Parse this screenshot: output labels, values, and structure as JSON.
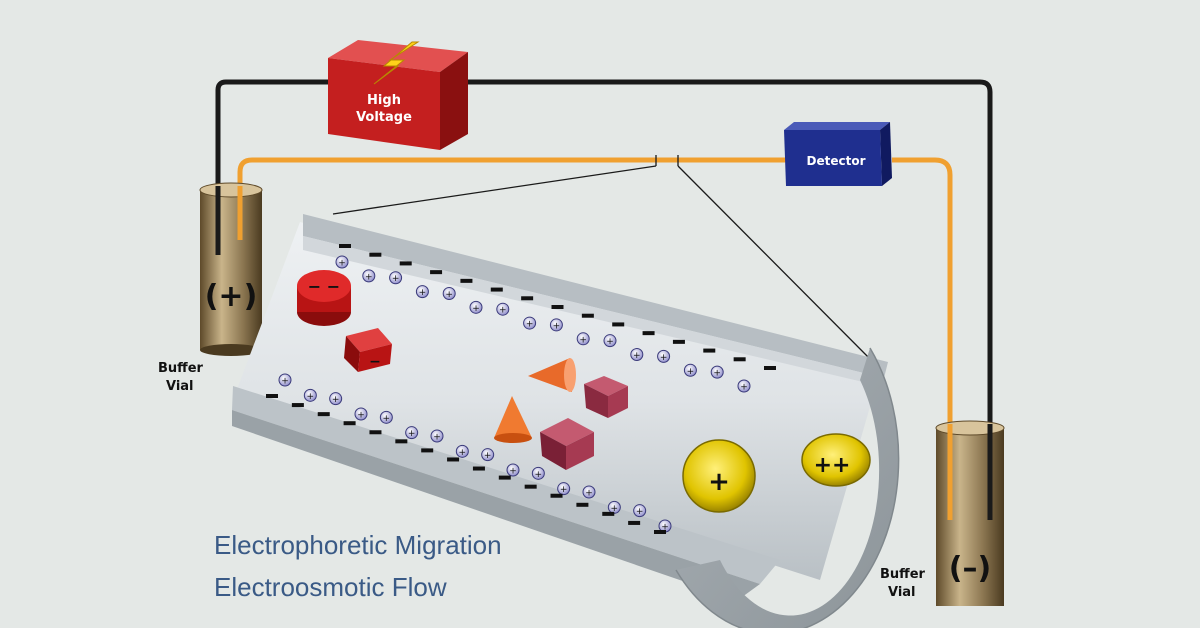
{
  "diagram": {
    "high_voltage_label_line1": "High",
    "high_voltage_label_line2": "Voltage",
    "detector_label": "Detector",
    "left_vial": {
      "polarity": "(+)",
      "label_line1": "Buffer",
      "label_line2": "Vial"
    },
    "right_vial": {
      "polarity": "(–)",
      "label_line1": "Buffer",
      "label_line2": "Vial"
    },
    "cation_symbol": "+",
    "cation_double_symbol": "++",
    "captions": [
      "Electrophoretic Migration",
      "Electroosmotic Flow"
    ]
  },
  "colors": {
    "background": "#e4e8e6",
    "wire": "#1a1a1a",
    "capillary": "#f0a030",
    "high_voltage_box": "#c41f1f",
    "detector_box": "#1f2f8f",
    "vial": "#8a7550",
    "tube": "#c8ced2",
    "caption": "#3a5a86",
    "cation": "#e0c400"
  }
}
